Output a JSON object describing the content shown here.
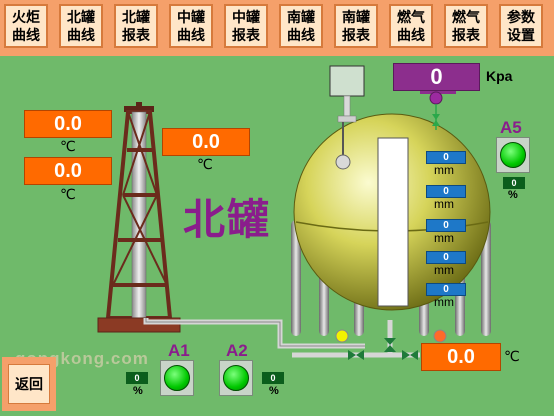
{
  "nav": [
    {
      "l1": "火炬",
      "l2": "曲线"
    },
    {
      "l1": "北罐",
      "l2": "曲线"
    },
    {
      "l1": "北罐",
      "l2": "报表"
    },
    {
      "l1": "中罐",
      "l2": "曲线"
    },
    {
      "l1": "中罐",
      "l2": "报表"
    },
    {
      "l1": "南罐",
      "l2": "曲线"
    },
    {
      "l1": "南罐",
      "l2": "报表"
    },
    {
      "l1": "燃气",
      "l2": "曲线"
    },
    {
      "l1": "燃气",
      "l2": "报表"
    },
    {
      "l1": "参数",
      "l2": "设置"
    }
  ],
  "title": "北罐",
  "temps": [
    {
      "value": "0.0",
      "unit": "℃"
    },
    {
      "value": "0.0",
      "unit": "℃"
    },
    {
      "value": "0.0",
      "unit": "℃"
    },
    {
      "value": "0.0",
      "unit": "℃"
    }
  ],
  "pressure": {
    "value": "0",
    "unit": "Kpa"
  },
  "levels": [
    {
      "value": "0",
      "unit": "mm"
    },
    {
      "value": "0",
      "unit": "mm"
    },
    {
      "value": "0",
      "unit": "mm"
    },
    {
      "value": "0",
      "unit": "mm"
    },
    {
      "value": "0",
      "unit": "mm"
    }
  ],
  "alarms": {
    "a1": {
      "label": "A1",
      "value": "0",
      "unit": "%"
    },
    "a2": {
      "label": "A2",
      "value": "0",
      "unit": "%"
    },
    "a5": {
      "label": "A5",
      "value": "0",
      "unit": "%"
    }
  },
  "back_label": "返回",
  "watermark": "gongkong.com",
  "colors": {
    "background": "#6fba6a",
    "topbar": "#f5a06a",
    "readout": "#ff6a00",
    "pressure": "#8c2e8d",
    "level": "#1e78c8",
    "title": "#8a1d8c"
  }
}
